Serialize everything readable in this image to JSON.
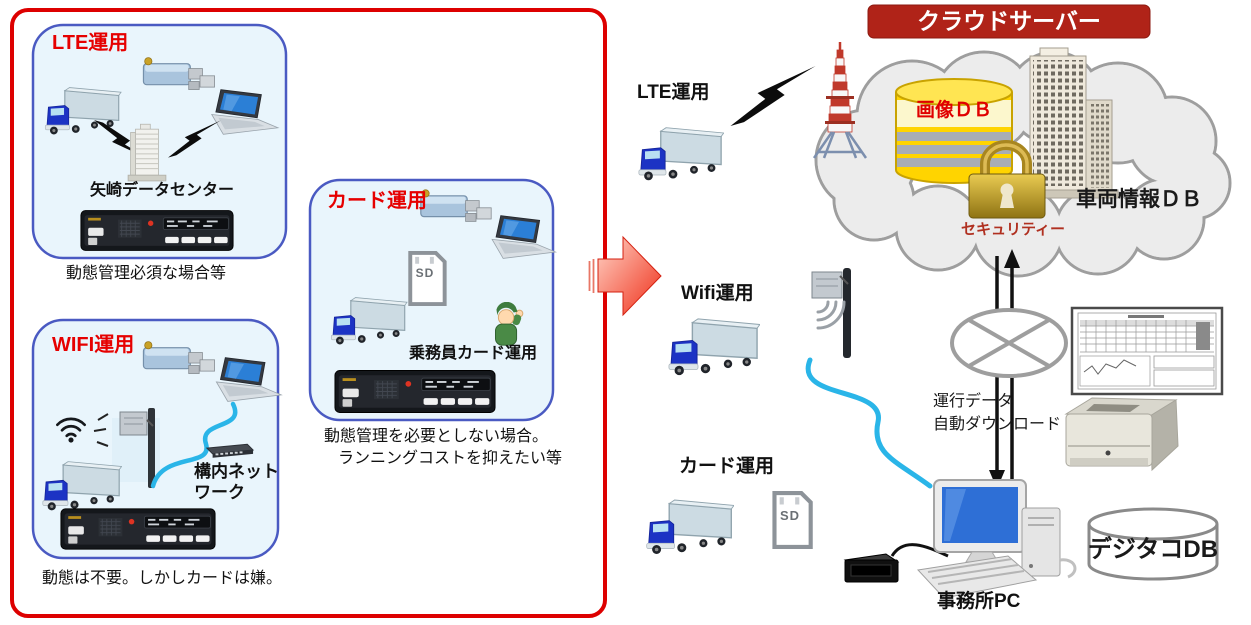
{
  "diagram": {
    "left_panel": {
      "lte_box": {
        "title": "LTE運用",
        "datacenter_label": "矢崎データセンター",
        "caption": "動態管理必須な場合等"
      },
      "wifi_box": {
        "title": "WIFI運用",
        "network_label_line1": "構内ネット",
        "network_label_line2": "ワーク",
        "caption": "動態は不要。しかしカードは嫌。"
      },
      "card_box": {
        "title": "カード運用",
        "crew_card_label": "乗務員カード運用",
        "caption_line1": "動態管理を必要としない場合。",
        "caption_line2": "ランニングコストを抑えたい等",
        "sd_label": "SD"
      }
    },
    "right_panel": {
      "lte_label": "LTE運用",
      "wifi_label": "Wifi運用",
      "card_label": "カード運用",
      "sd_label": "SD",
      "cloud": {
        "banner": "クラウドサーバー",
        "image_db_label": "画像ＤＢ",
        "security_label": "セキュリティー",
        "vehicle_info_db_label": "車両情報ＤＢ"
      },
      "download_label_line1": "運行データ",
      "download_label_line2": "自動ダウンロード",
      "office_pc_label": "事務所PC",
      "digitaco_db_label": "デジタコDB"
    },
    "colors": {
      "panel_border_red": "#dd0000",
      "box_border_blue": "#4a5ac2",
      "title_red": "#e60000",
      "banner_red": "#b02318",
      "security_text_red": "#b03020",
      "db_cylinder_yellow": "#ffd400",
      "cable_blue": "#2ab5e8"
    }
  }
}
